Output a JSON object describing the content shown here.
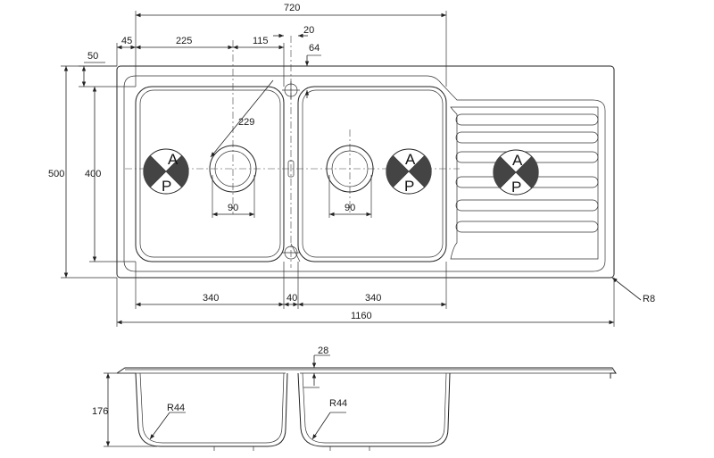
{
  "plan_dims": {
    "overall_tank_span": "720",
    "offset_left": "45",
    "bowl_to_waste": "225",
    "waste_to_center": "115",
    "tap_offset_x": "20",
    "tap_offset_y": "64",
    "top_margin": "50",
    "overall_depth": "500",
    "bowl_depth": "400",
    "waste_radius": "229",
    "waste_width_left": "90",
    "waste_width_right": "90",
    "corner_radius": "R8",
    "bowl_width_left": "340",
    "divider_width": "40",
    "bowl_width_right": "340",
    "overall_length": "1160"
  },
  "ap_symbols": [
    {
      "top_left": "A",
      "bottom": "P"
    },
    {
      "top_left": "A",
      "bottom": "P"
    },
    {
      "top_left": "A",
      "bottom": "P"
    }
  ],
  "section_dims": {
    "flange_height": "28",
    "bowl_height": "176",
    "radius_left": "R44",
    "radius_right": "R44"
  }
}
